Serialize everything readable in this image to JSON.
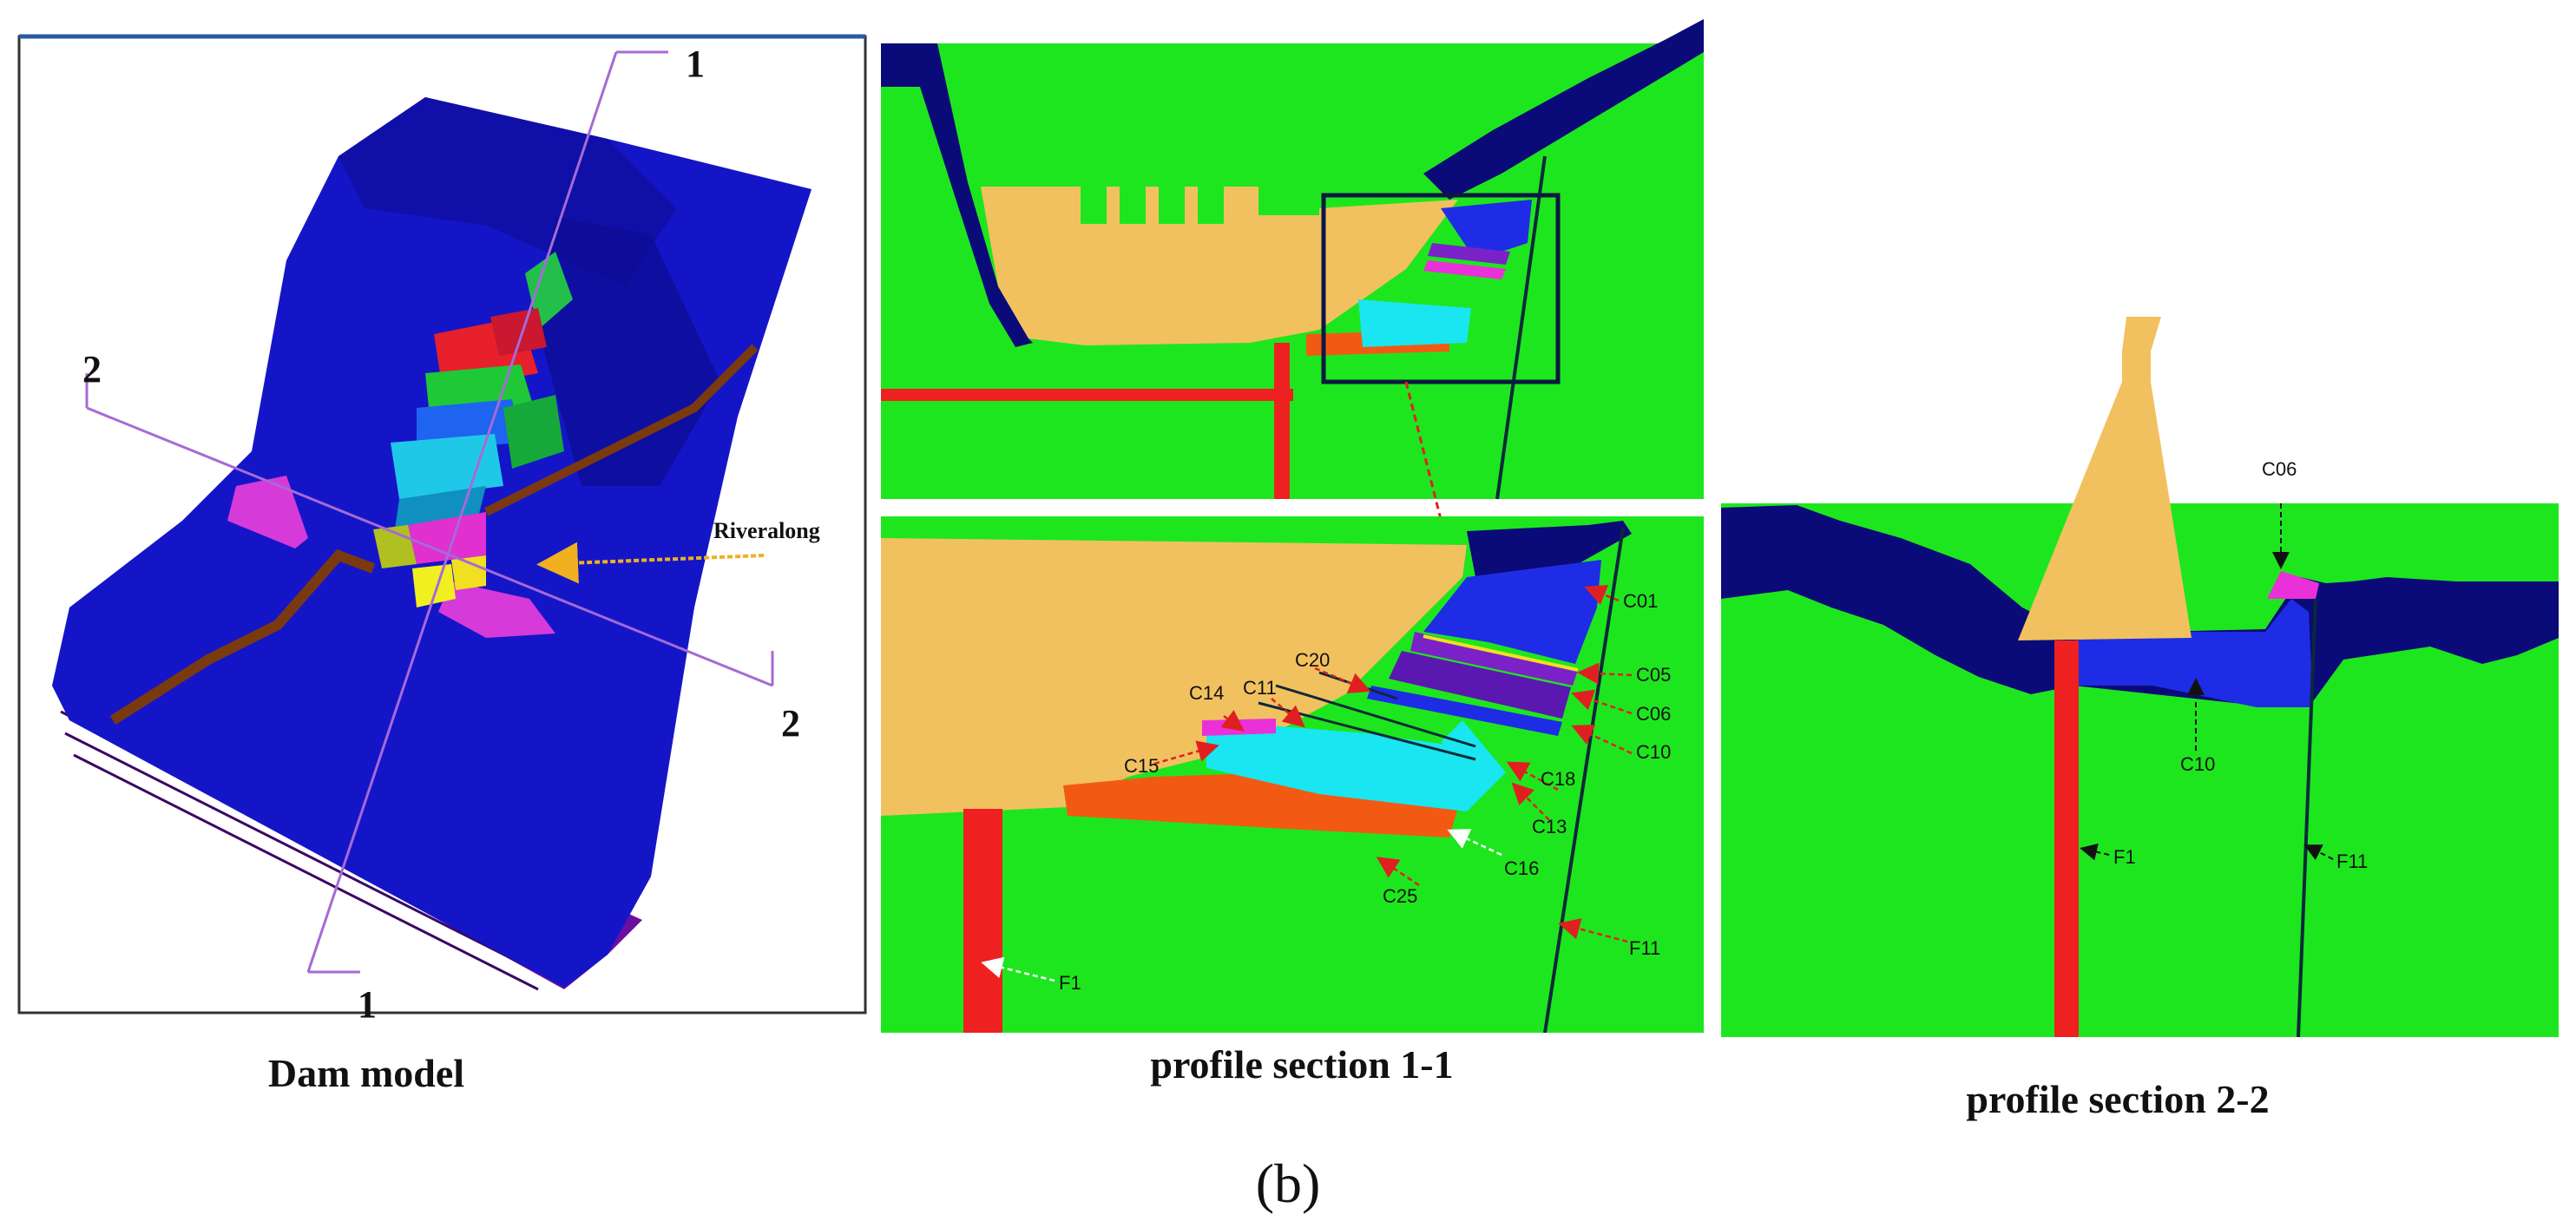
{
  "figure_label": "(b)",
  "colors": {
    "rock_green": "#1ee61e",
    "overburden_navy": "#0a0a78",
    "dam_orange": "#f2c15f",
    "fault_red": "#ee2020",
    "intercalation_orange": "#f25a14",
    "zone_blue": "#1f2ce6",
    "zone_cyan": "#19e6f0",
    "zone_magenta": "#ea30d8",
    "zone_purple": "#7a22c8",
    "fault_line": "#0a2a3a",
    "section_line": "#a66ad6",
    "river_arrow": "#f0b020"
  },
  "panel_model": {
    "caption": "Dam model",
    "river_label": "Riveralong",
    "section_1_top": "1",
    "section_1_bottom": "1",
    "section_2_left": "2",
    "section_2_right": "2"
  },
  "panel_section_1": {
    "caption": "profile section 1-1",
    "labels": [
      "C01",
      "C05",
      "C06",
      "C10",
      "C18",
      "C13",
      "C16",
      "C25",
      "F11",
      "F1",
      "C20",
      "C11",
      "C14",
      "C15"
    ]
  },
  "panel_section_2": {
    "caption": "profile section 2-2",
    "labels": [
      "C06",
      "C10",
      "F1",
      "F11"
    ]
  }
}
